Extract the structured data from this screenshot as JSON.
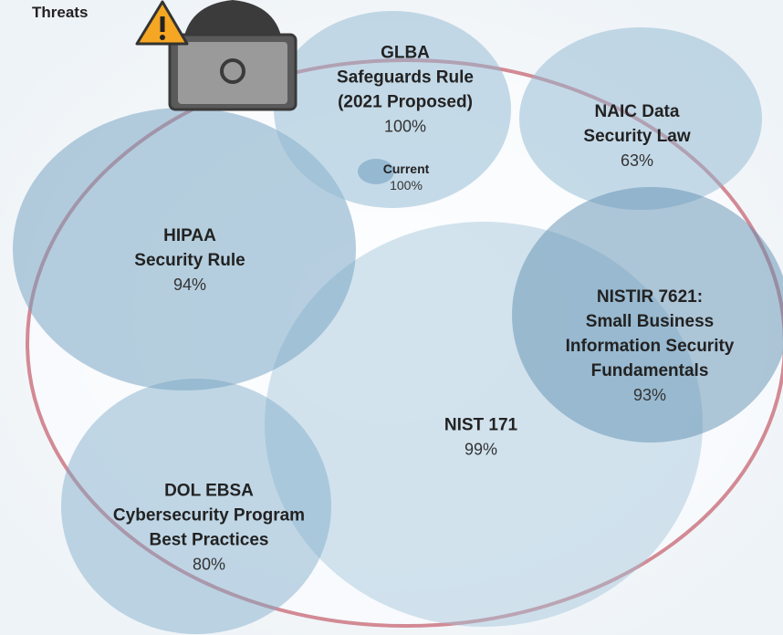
{
  "threat_label": "Threats",
  "outer_circle_color": "#d28a94",
  "fill_color": "#7aa9c8",
  "icons": {
    "warning": "warning-triangle-icon",
    "hacker": "hacker-laptop-icon"
  },
  "frameworks": {
    "glba": {
      "lines": [
        "GLBA",
        "Safeguards Rule",
        "(2021 Proposed)"
      ],
      "pct": "100%"
    },
    "glba_current": {
      "lines": [
        "Current"
      ],
      "pct": "100%"
    },
    "naic": {
      "lines": [
        "NAIC Data",
        "Security Law"
      ],
      "pct": "63%"
    },
    "hipaa": {
      "lines": [
        "HIPAA",
        "Security Rule"
      ],
      "pct": "94%"
    },
    "nistir": {
      "lines": [
        "NISTIR 7621:",
        "Small Business",
        "Information Security",
        "Fundamentals"
      ],
      "pct": "93%"
    },
    "nist171": {
      "lines": [
        "NIST 171"
      ],
      "pct": "99%"
    },
    "dol": {
      "lines": [
        "DOL EBSA",
        "Cybersecurity Program",
        "Best Practices"
      ],
      "pct": "80%"
    }
  }
}
